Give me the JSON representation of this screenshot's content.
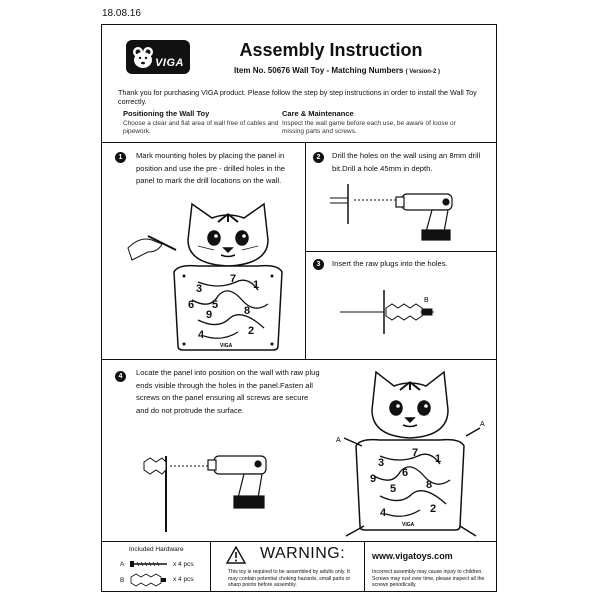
{
  "date": "18.08.16",
  "brand": "VIGA",
  "title": "Assembly Instruction",
  "subtitle": "Item No. 50676   Wall Toy - Matching Numbers",
  "version": "( Version-2 )",
  "intro": "Thank you for purchasing VIGA product. Please follow the step by step instructions in order to install the Wall Toy correctly.",
  "positioning": {
    "heading": "Positioning the Wall Toy",
    "text": "Choose a clear and flat area of wall free of cables and pipework."
  },
  "care": {
    "heading": "Care & Maintenance",
    "text": "Inspect the wall game before each use, be aware of loose or missing parts and screws."
  },
  "steps": [
    {
      "number": "1",
      "text": "Mark mounting holes by placing the panel in position and use the pre - drilled holes in the panel to mark the drill locations on the wall."
    },
    {
      "number": "2",
      "text": "Drill the holes on the wall using an 8mm drill bit.Drill a hole 45mm in depth."
    },
    {
      "number": "3",
      "text": "Insert the raw plugs into the holes."
    },
    {
      "number": "4",
      "text": "Locate the panel into position on the wall with raw plug ends visible through the holes in the panel.Fasten all screws on the panel ensuring all screws are secure and do not protrude the surface."
    }
  ],
  "labels": {
    "a": "A",
    "b": "B"
  },
  "panel_brand": "VIGA",
  "panel_numbers": [
    "1",
    "2",
    "3",
    "4",
    "5",
    "6",
    "7",
    "8",
    "9"
  ],
  "hardware": {
    "heading": "Included Hardware",
    "items": [
      {
        "label": "A",
        "qty": "x 4 pcs"
      },
      {
        "label": "B",
        "qty": "x 4 pcs"
      }
    ]
  },
  "warning": {
    "title": "WARNING:",
    "text": "This toy is required to be assembled by adults only. It may contain potential choking hazards, small parts or sharp points before assembly."
  },
  "website": {
    "url": "www.vigatoys.com",
    "text": "Incorrect assembly may cause injury to children. Screws may rust over time, please inspect all the screws periodically."
  }
}
